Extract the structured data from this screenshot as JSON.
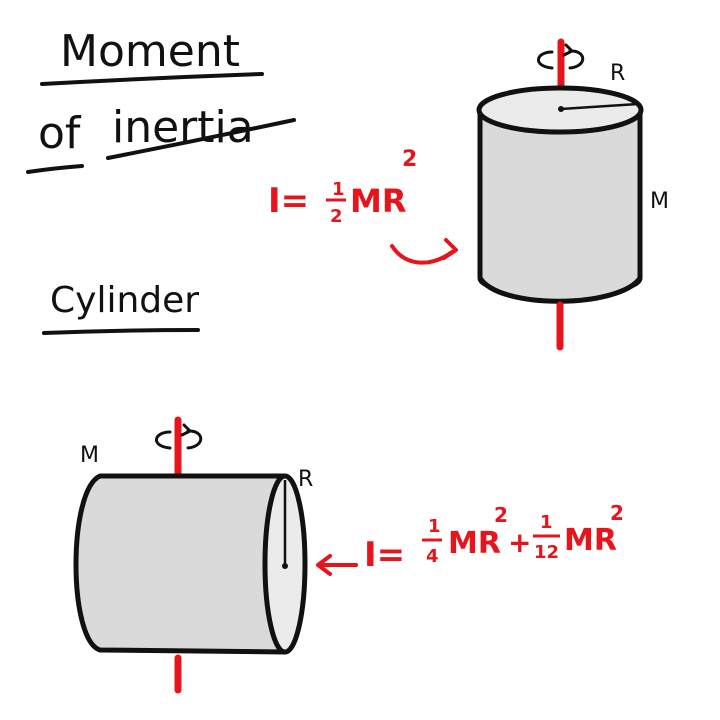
{
  "title": {
    "line1": "Moment",
    "line2_word1": "of",
    "line2_word2": "inertia"
  },
  "section_label": "Cylinder",
  "upright_cylinder": {
    "radius_label": "R",
    "mass_label": "M",
    "formula": {
      "prefix": "I=",
      "frac_num": "1",
      "frac_den": "2",
      "mr": "MR",
      "exp": "2"
    }
  },
  "sideways_cylinder": {
    "radius_label": "R",
    "mass_label": "M",
    "formula": {
      "prefix": "I=",
      "frac1_num": "1",
      "frac1_den": "4",
      "mr1": "MR",
      "exp1": "2",
      "plus": "+",
      "frac2_num": "1",
      "frac2_den": "12",
      "mr2": "MR",
      "exp2": "2"
    }
  },
  "colors": {
    "ink": "#111111",
    "accent_red": "#e8141c",
    "cylinder_fill": "#dadada"
  }
}
